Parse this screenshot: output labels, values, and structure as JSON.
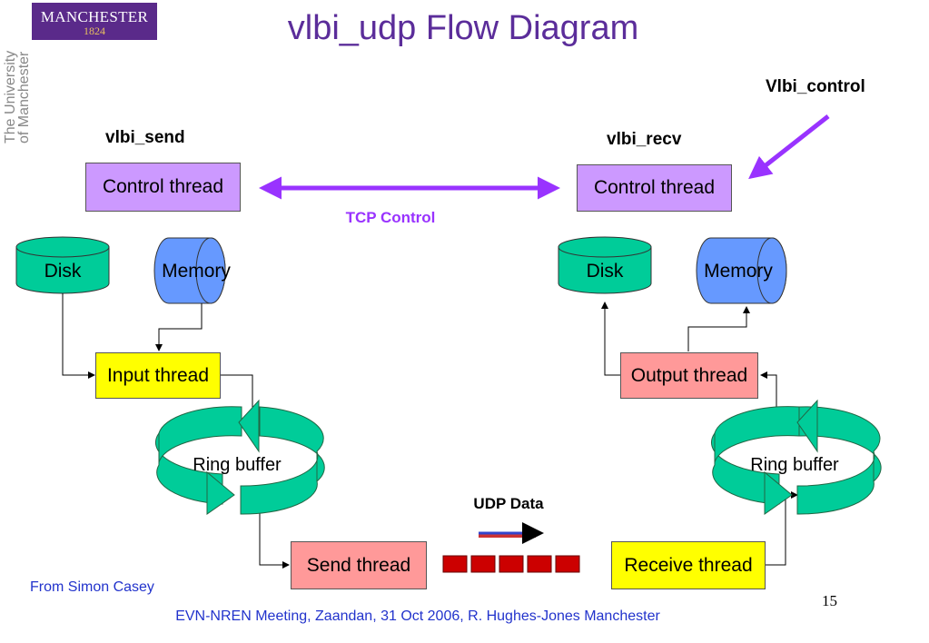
{
  "logo": {
    "name": "MANCHESTER",
    "year": "1824"
  },
  "side_text": {
    "line1": "The University",
    "line2": "of Manchester"
  },
  "title": "vlbi_udp Flow Diagram",
  "vlbi_control_label": "Vlbi_control",
  "send_side": {
    "heading": "vlbi_send",
    "control_thread": "Control thread",
    "disk": "Disk",
    "memory": "Memory",
    "io_thread": "Input thread",
    "ring_buffer": "Ring buffer",
    "net_thread": "Send thread"
  },
  "recv_side": {
    "heading": "vlbi_recv",
    "control_thread": "Control thread",
    "disk": "Disk",
    "memory": "Memory",
    "io_thread": "Output thread",
    "ring_buffer": "Ring buffer",
    "net_thread": "Receive thread"
  },
  "tcp_label": "TCP Control",
  "udp_label": "UDP Data",
  "colors": {
    "control": "#cc99ff",
    "disk": "#00cc99",
    "memory": "#6699ff",
    "input": "#ffff00",
    "thread_pink": "#ff9999",
    "ring": "#00cc99",
    "tcp_arrow": "#9933ff",
    "packet": "#cc0000",
    "text_blue": "#2233cc"
  },
  "credit": "From Simon Casey",
  "footer": "EVN-NREN Meeting, Zaandan, 31 Oct 2006,  R. Hughes-Jones  Manchester",
  "page_number": "15"
}
